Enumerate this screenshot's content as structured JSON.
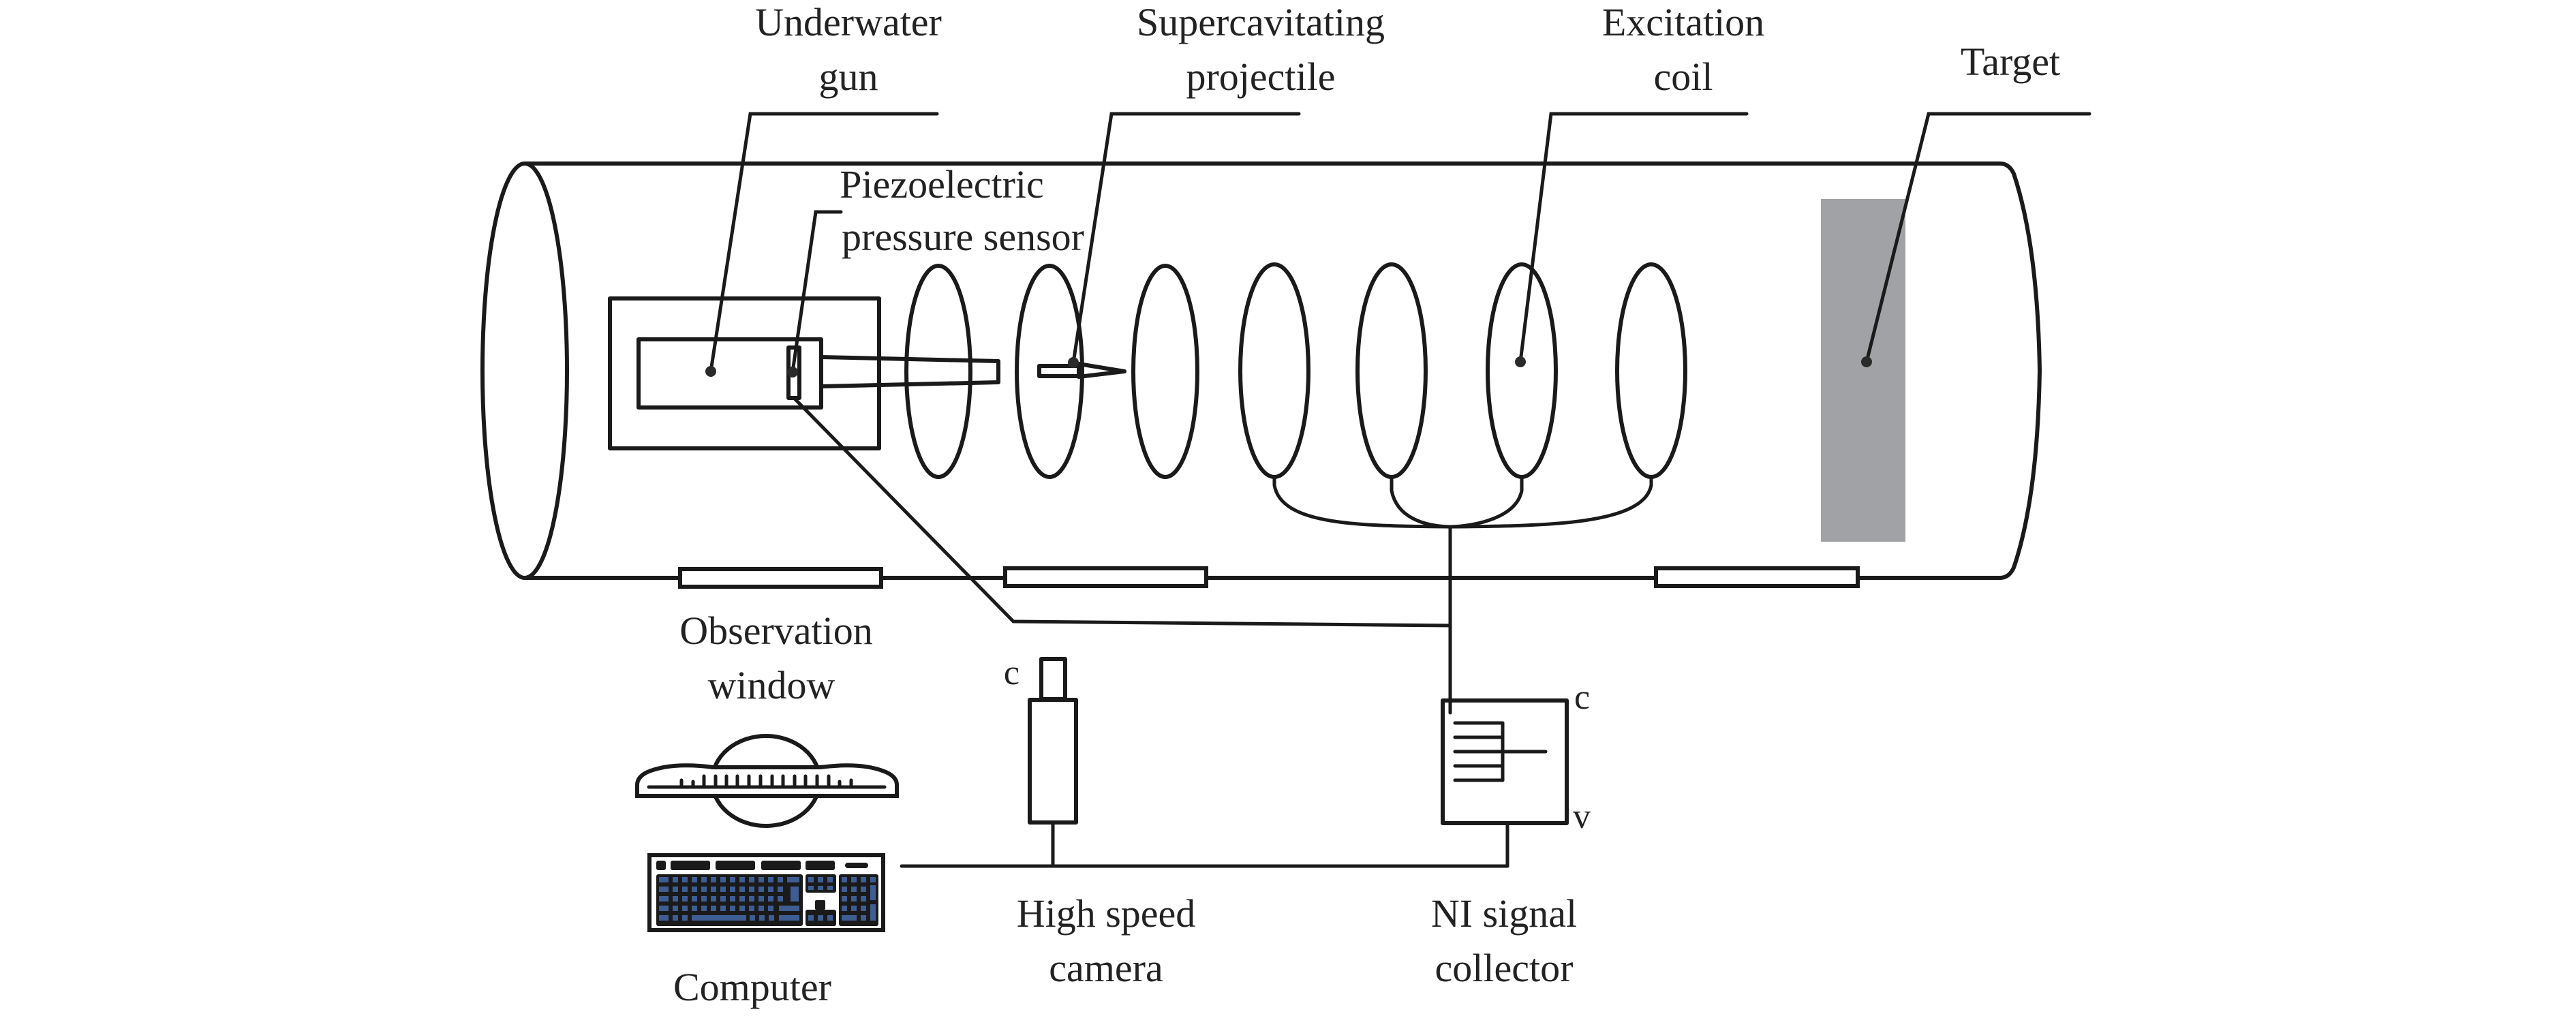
{
  "labels": {
    "underwater_gun": [
      "Underwater",
      "gun"
    ],
    "supercavitating_projectile": [
      "Supercavitating",
      "projectile"
    ],
    "excitation_coil": [
      "Excitation",
      "coil"
    ],
    "target": [
      "Target"
    ],
    "piezoelectric_sensor": [
      "Piezoelectric",
      "pressure sensor"
    ],
    "observation_window": [
      "Observation",
      "window"
    ],
    "high_speed_camera": [
      "High speed",
      "camera"
    ],
    "ni_signal_collector": [
      "NI signal",
      "collector"
    ],
    "computer": [
      "Computer"
    ]
  },
  "terminals": {
    "camera_c": "c",
    "collector_c": "c",
    "collector_v": "v"
  },
  "colors": {
    "line": "#1a1a1a",
    "target_fill": "#a1a2a5",
    "keyboard_key": "#3e5e93",
    "text": "#222222"
  },
  "components": {
    "coil_count": 7,
    "observation_window_count": 3
  }
}
